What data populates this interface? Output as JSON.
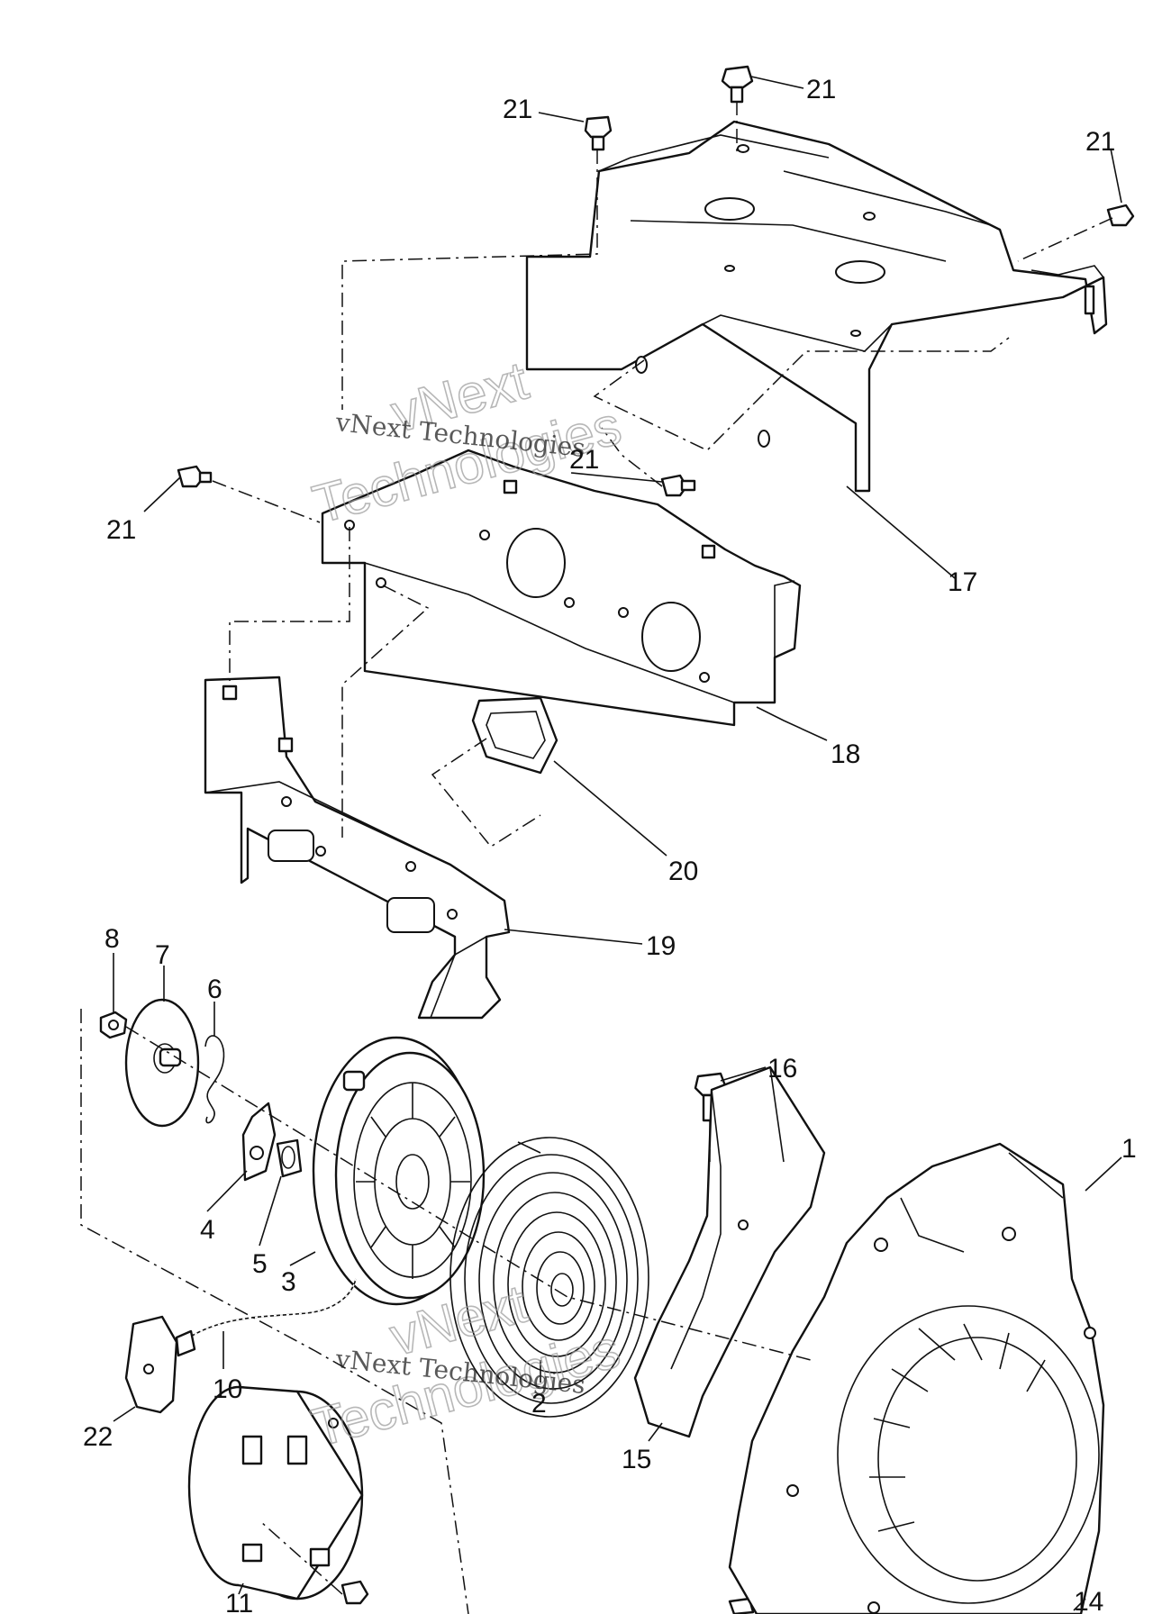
{
  "callouts": {
    "c1": "1",
    "c2": "2",
    "c3": "3",
    "c4": "4",
    "c5": "5",
    "c6": "6",
    "c7": "7",
    "c8": "8",
    "c10": "10",
    "c11": "11",
    "c14": "14",
    "c15": "15",
    "c16": "16",
    "c17": "17",
    "c18": "18",
    "c19": "19",
    "c20": "20",
    "c21a": "21",
    "c21b": "21",
    "c21c": "21",
    "c21d": "21",
    "c21e": "21",
    "c22": "22"
  },
  "watermarks": {
    "wm_upper": "vNext Technologies",
    "wm_lower": "vNext Technologies",
    "wm_outline_upper_a": "vNext",
    "wm_outline_upper_b": "Technologies",
    "wm_outline_lower_a": "vNext",
    "wm_outline_lower_b": "Technologies"
  }
}
